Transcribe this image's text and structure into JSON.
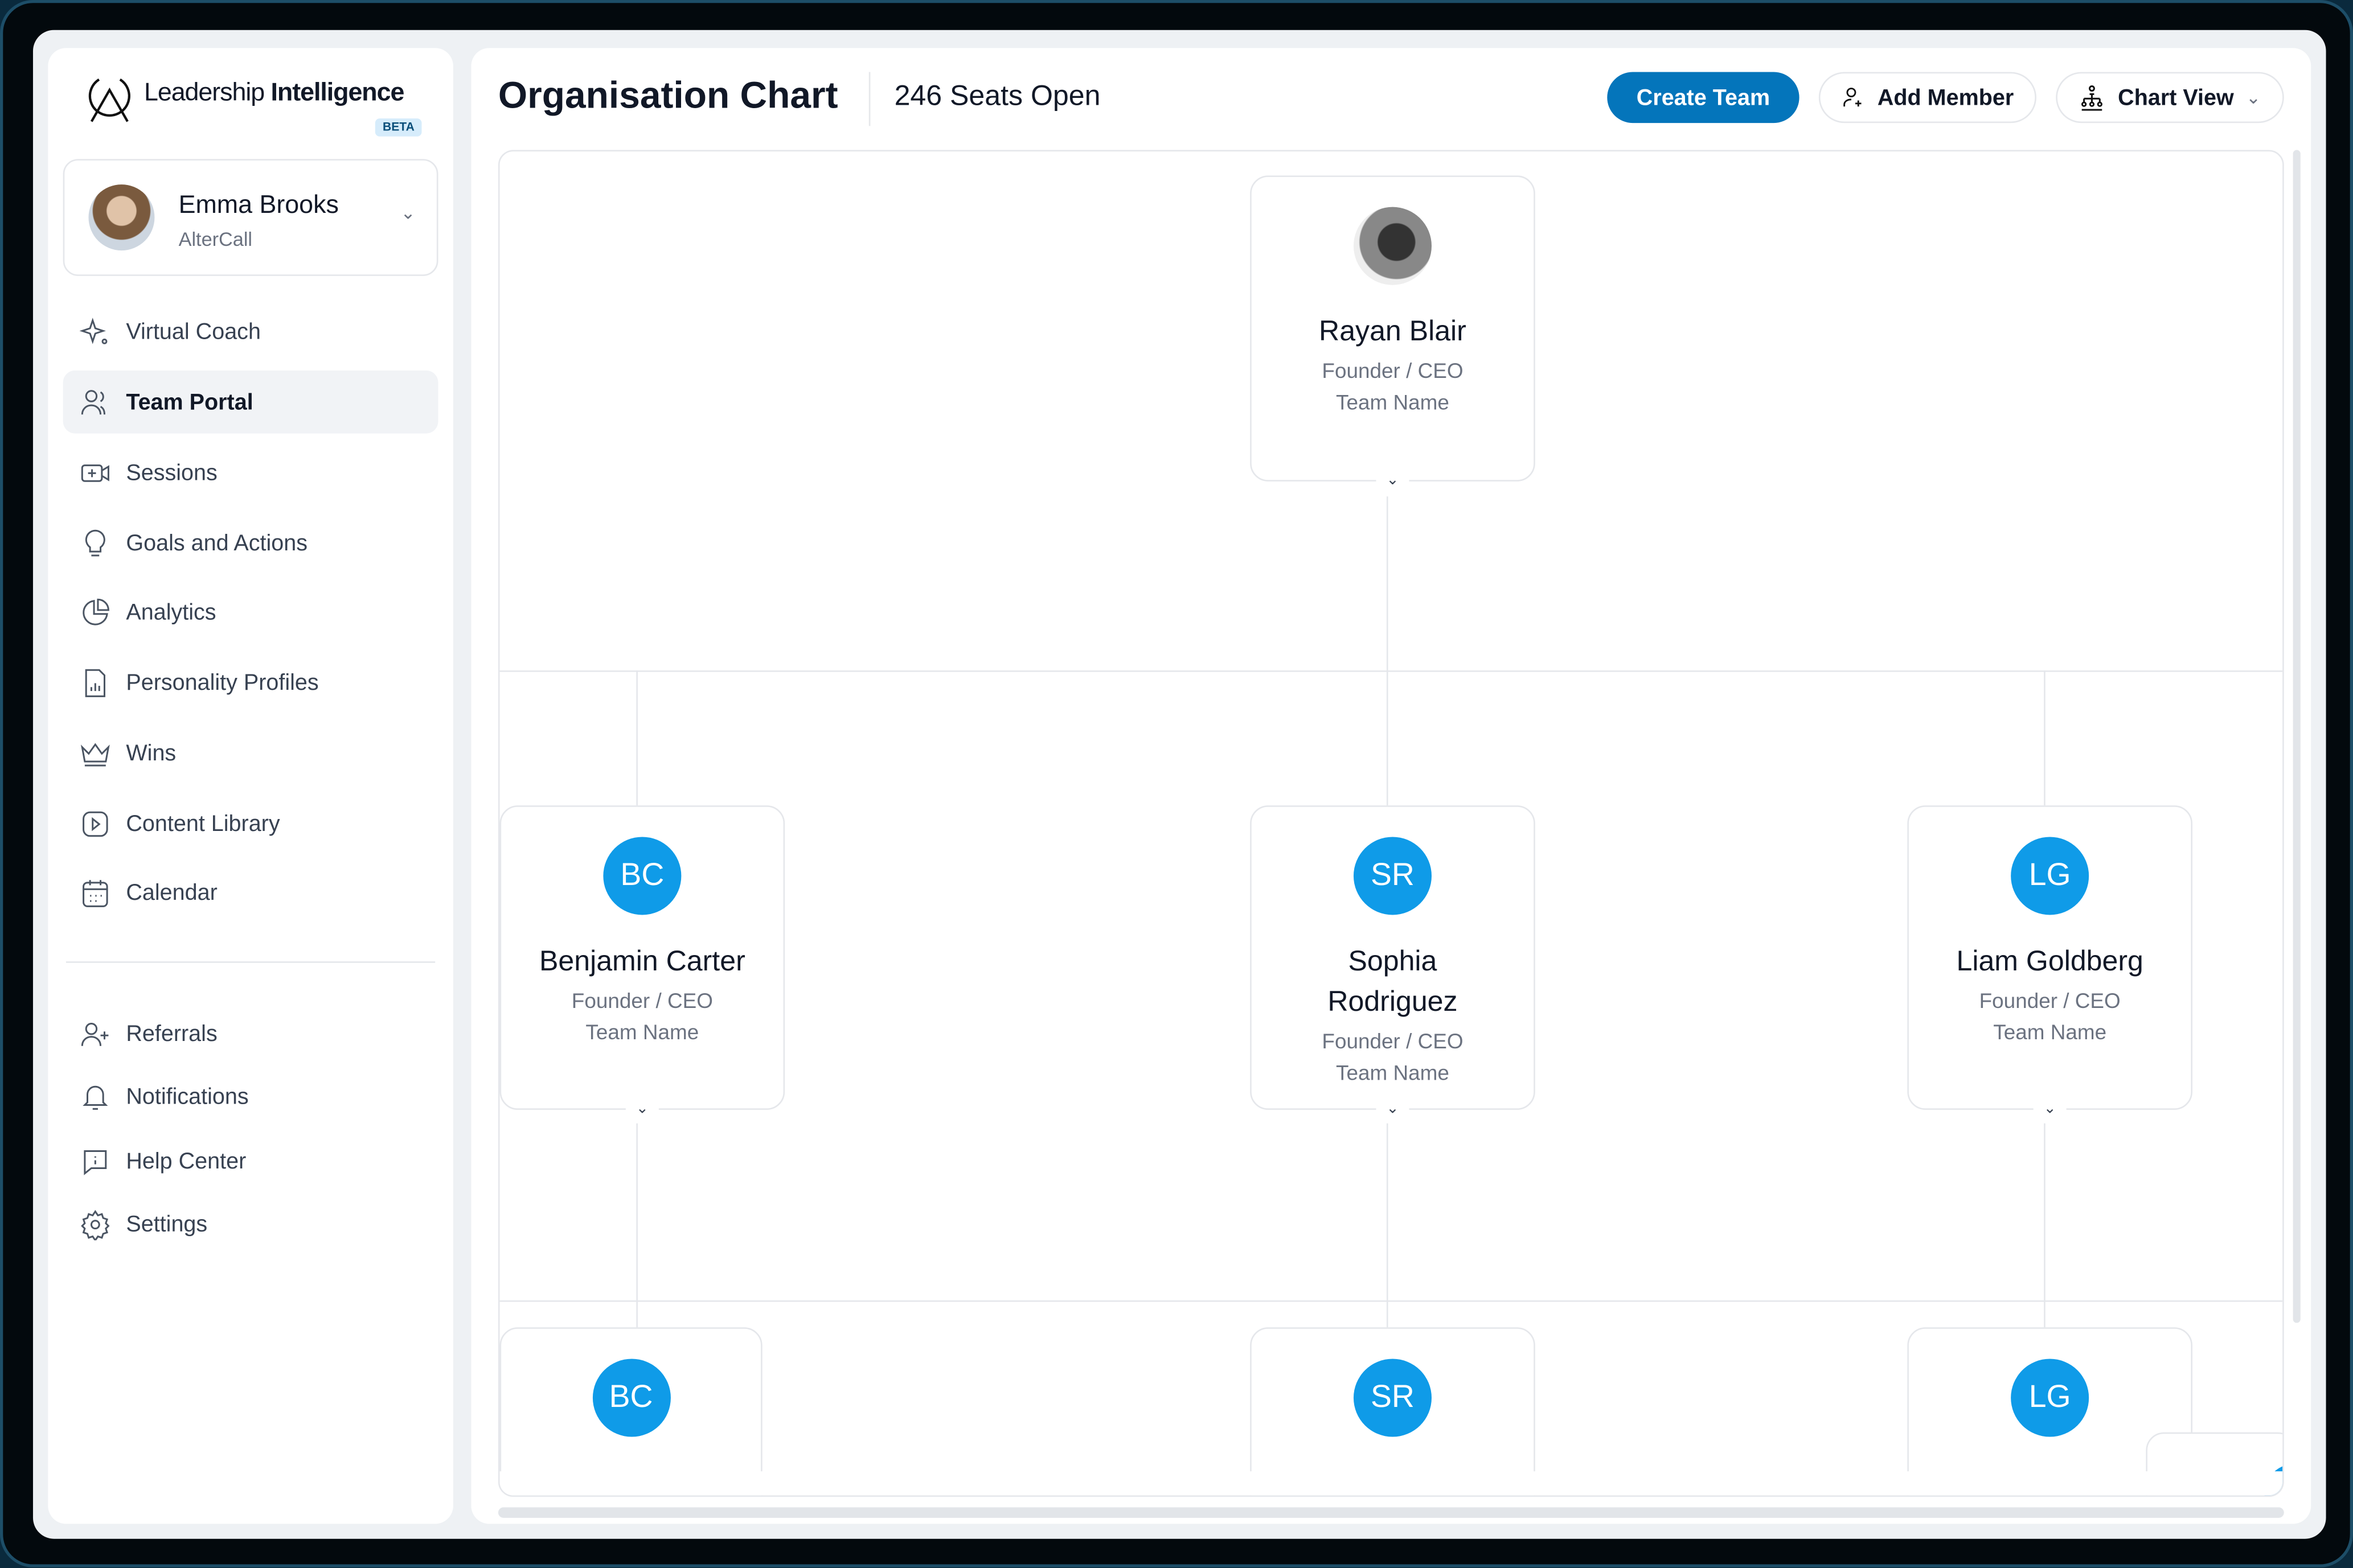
{
  "brand": {
    "name_light": "Leadership",
    "name_bold": "Intelligence",
    "badge": "BETA"
  },
  "user": {
    "name": "Emma Brooks",
    "org": "AlterCall"
  },
  "sidebar": {
    "items": [
      {
        "label": "Virtual Coach",
        "icon": "sparkle-icon"
      },
      {
        "label": "Team Portal",
        "icon": "users-icon",
        "active": true
      },
      {
        "label": "Sessions",
        "icon": "video-icon"
      },
      {
        "label": "Goals and Actions",
        "icon": "lightbulb-icon"
      },
      {
        "label": "Analytics",
        "icon": "pie-chart-icon"
      },
      {
        "label": "Personality Profiles",
        "icon": "document-chart-icon"
      },
      {
        "label": "Wins",
        "icon": "crown-icon"
      },
      {
        "label": "Content Library",
        "icon": "play-icon"
      },
      {
        "label": "Calendar",
        "icon": "calendar-icon"
      }
    ],
    "secondary": [
      {
        "label": "Referrals",
        "icon": "referrals-icon"
      },
      {
        "label": "Notifications",
        "icon": "bell-icon"
      },
      {
        "label": "Help Center",
        "icon": "help-icon"
      },
      {
        "label": "Settings",
        "icon": "gear-icon"
      }
    ]
  },
  "header": {
    "title": "Organisation Chart",
    "seats": "246 Seats Open",
    "create_team": "Create Team",
    "add_member": "Add Member",
    "chart_view": "Chart View"
  },
  "colors": {
    "primary": "#0475bb",
    "avatar": "#0f9be8"
  },
  "org": {
    "root": {
      "name": "Rayan Blair",
      "role": "Founder / CEO",
      "team": "Team Name"
    },
    "level1": [
      {
        "initials": "BC",
        "name": "Benjamin Carter",
        "role": "Founder / CEO",
        "team": "Team Name"
      },
      {
        "initials": "SR",
        "name": "Sophia Rodriguez",
        "role": "Founder / CEO",
        "team": "Team Name"
      },
      {
        "initials": "LG",
        "name": "Liam Goldberg",
        "role": "Founder / CEO",
        "team": "Team Name"
      }
    ],
    "level2": [
      {
        "initials": "BC"
      },
      {
        "initials": "SR"
      },
      {
        "initials": "LG"
      }
    ]
  }
}
